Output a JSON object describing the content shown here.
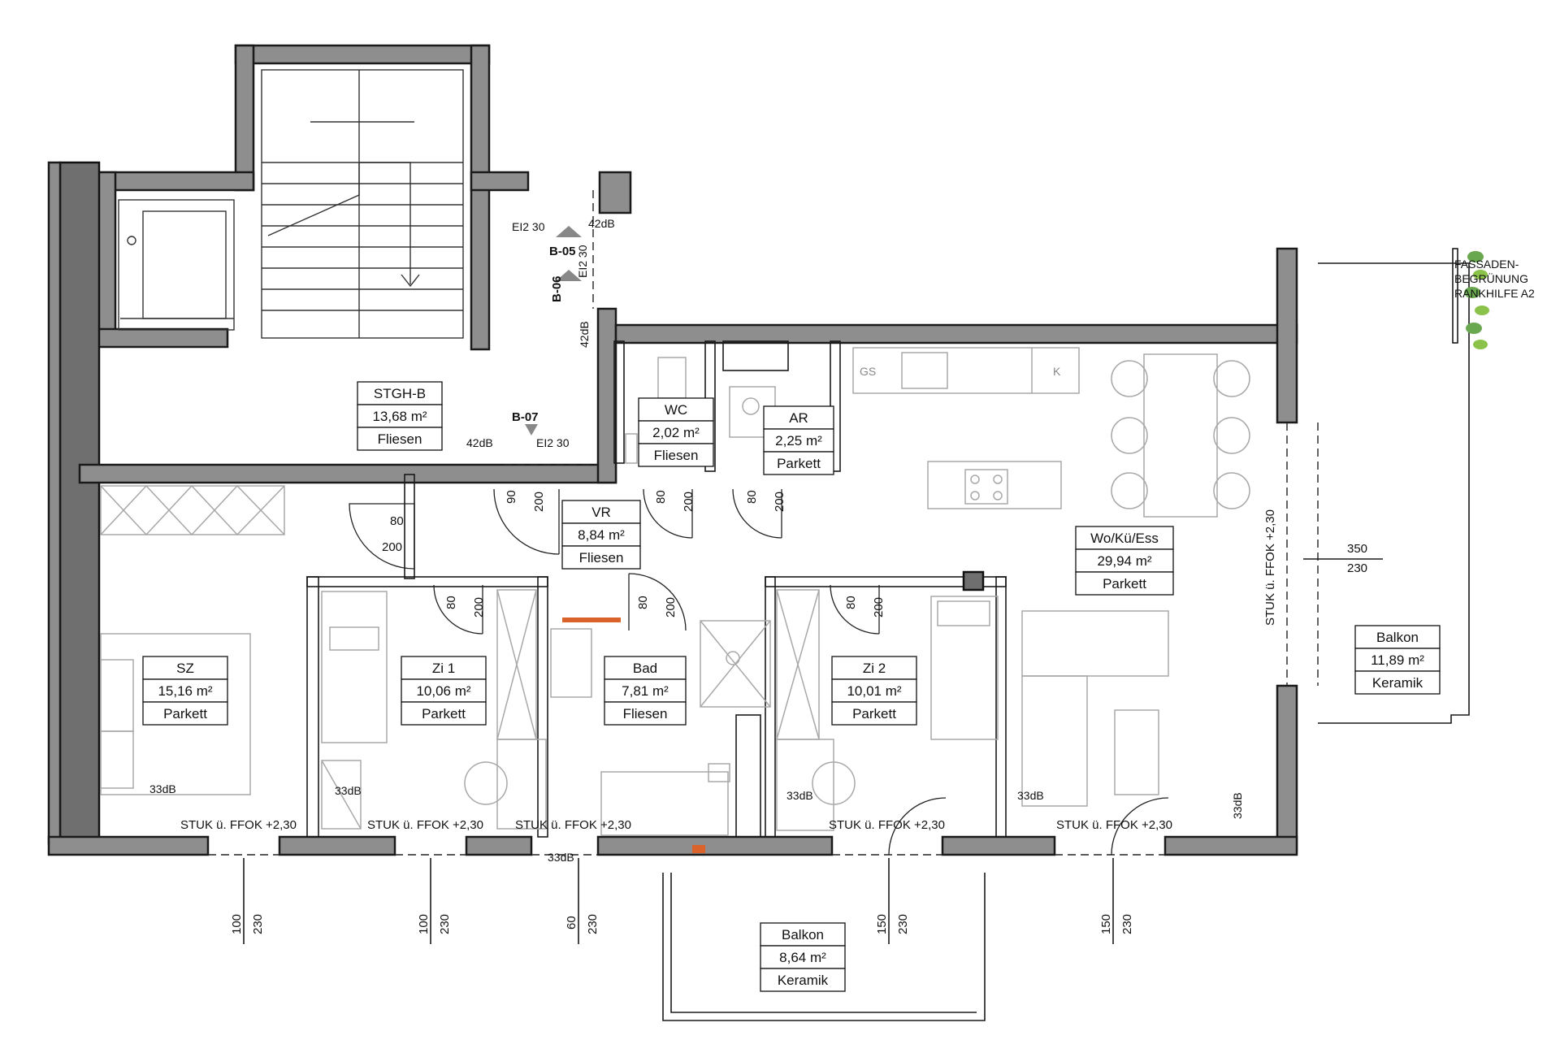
{
  "rooms": [
    {
      "id": "stgh-b",
      "name": "STGH-B",
      "area": "13,68 m²",
      "floor": "Fliesen"
    },
    {
      "id": "wc",
      "name": "WC",
      "area": "2,02 m²",
      "floor": "Fliesen"
    },
    {
      "id": "ar",
      "name": "AR",
      "area": "2,25 m²",
      "floor": "Parkett"
    },
    {
      "id": "vr",
      "name": "VR",
      "area": "8,84 m²",
      "floor": "Fliesen"
    },
    {
      "id": "wo",
      "name": "Wo/Kü/Ess",
      "area": "29,94 m²",
      "floor": "Parkett"
    },
    {
      "id": "sz",
      "name": "SZ",
      "area": "15,16 m²",
      "floor": "Parkett"
    },
    {
      "id": "zi1",
      "name": "Zi 1",
      "area": "10,06 m²",
      "floor": "Parkett"
    },
    {
      "id": "bad",
      "name": "Bad",
      "area": "7,81 m²",
      "floor": "Fliesen"
    },
    {
      "id": "zi2",
      "name": "Zi 2",
      "area": "10,01 m²",
      "floor": "Parkett"
    },
    {
      "id": "balkon-east",
      "name": "Balkon",
      "area": "11,89 m²",
      "floor": "Keramik"
    },
    {
      "id": "balkon-south",
      "name": "Balkon",
      "area": "8,64 m²",
      "floor": "Keramik"
    }
  ],
  "section_markers": {
    "b05": "B-05",
    "b06": "B-06",
    "b07": "B-07"
  },
  "door_ratings": {
    "ei2_30": "EI2 30"
  },
  "acoustic": {
    "db42": "42dB",
    "db33": "33dB"
  },
  "ceiling_note": "STUK ü. FFOK +2,30",
  "door_dims": {
    "w80": "80",
    "w90": "90",
    "h200": "200"
  },
  "window_dims": {
    "w100": "100",
    "w60": "60",
    "w150": "150",
    "w350": "350",
    "h230": "230"
  },
  "facade_note": [
    "FASSADEN-",
    "BEGRÜNUNG",
    "RANKHILFE A2"
  ],
  "kitchen_labels": {
    "gs": "GS",
    "k": "K"
  },
  "colors": {
    "wall_fill": "#8e8e8e",
    "line": "#1a1a1a",
    "furniture": "#a8a8a8",
    "plant": "#6aa84f",
    "door_frame": "#d9632b"
  }
}
